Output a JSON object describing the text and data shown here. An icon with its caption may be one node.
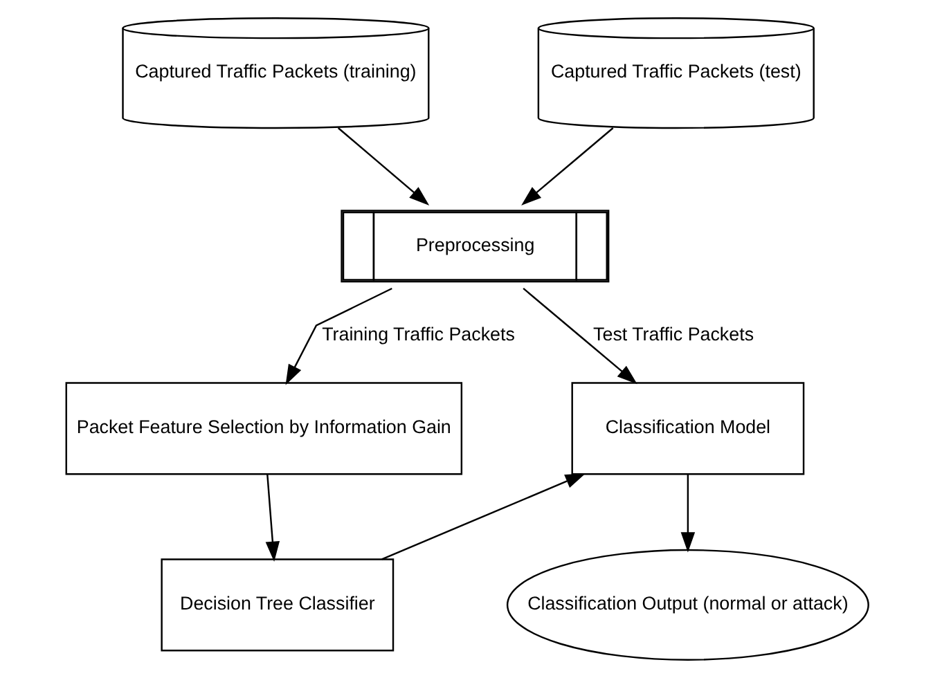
{
  "diagram": {
    "nodes": [
      {
        "text": [
          "Captured Traffic Packets (training)"
        ]
      },
      {
        "text": [
          "Captured Traffic Packets (test)"
        ]
      },
      {
        "text": [
          "Preprocessing"
        ]
      },
      {
        "text": [
          "Packet Feature Selection by Information Gain"
        ]
      },
      {
        "text": [
          "Classification Model"
        ]
      },
      {
        "text": [
          "Decision Tree Classifier"
        ]
      },
      {
        "text": [
          "Classification Output (normal or attack)"
        ]
      }
    ],
    "edges": [
      {
        "from": 0,
        "to": 2,
        "arrow": "to"
      },
      {
        "from": 1,
        "to": 2,
        "arrow": "to"
      },
      {
        "from": 2,
        "to": 3,
        "arrow": "to",
        "label": "Training Traffic Packets"
      },
      {
        "from": 2,
        "to": 4,
        "arrow": "to",
        "label": "Test Traffic Packets"
      },
      {
        "from": 3,
        "to": 5,
        "arrow": "to"
      },
      {
        "from": 5,
        "to": 4,
        "arrow": "to"
      },
      {
        "from": 4,
        "to": 6,
        "arrow": "to"
      }
    ]
  }
}
